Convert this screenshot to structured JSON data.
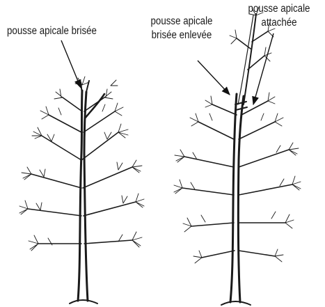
{
  "heading_fragment": "",
  "labels": {
    "left_tree": "pousse apicale brisée",
    "middle_line1": "pousse apicale",
    "middle_line2": "brisée enlevée",
    "right_line1": "pousse apicale",
    "right_line2": "attachée"
  },
  "colors": {
    "ink": "#1a1a1a",
    "background": "#ffffff"
  },
  "figures": [
    {
      "name": "tree-with-broken-leader",
      "icon": "conifer-illustration"
    },
    {
      "name": "tree-with-leader-tied",
      "icon": "conifer-illustration"
    }
  ]
}
